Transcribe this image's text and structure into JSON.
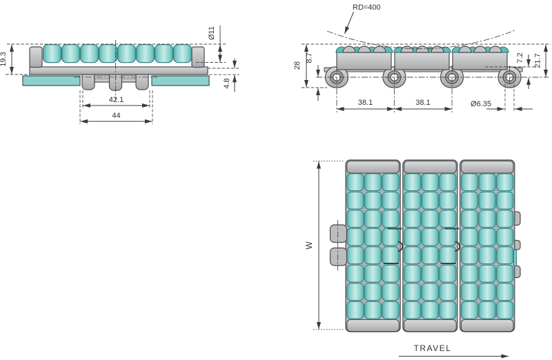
{
  "views": {
    "front": {
      "dim_frame_height": "19.3",
      "dim_roller_diameter": "Ø11",
      "dim_plate_thickness": "4.8",
      "dim_hinge_inner_width": "42.1",
      "dim_hinge_outer_width": "44"
    },
    "side": {
      "dim_backflex_radius": "RD=400",
      "dim_overall_height": "28",
      "dim_pin_center_to_bottom": "8.7",
      "dim_plate_to_pin_center": "7.2",
      "dim_top_to_pin_center": "21.7",
      "dim_pitch_left": "38.1",
      "dim_pitch_right": "38.1",
      "dim_pin_diameter": "Ø6.35"
    },
    "top": {
      "dim_belt_width": "W",
      "travel_direction_label": "TRAVEL"
    }
  },
  "colors": {
    "roller_teal": "#5fbcb8",
    "roller_teal_light": "#c9ebe8",
    "frame_gray": "#bcbdbf",
    "outline_dark": "#4a4b4d",
    "dimension_line": "#3a3a3a",
    "background": "#ffffff"
  }
}
